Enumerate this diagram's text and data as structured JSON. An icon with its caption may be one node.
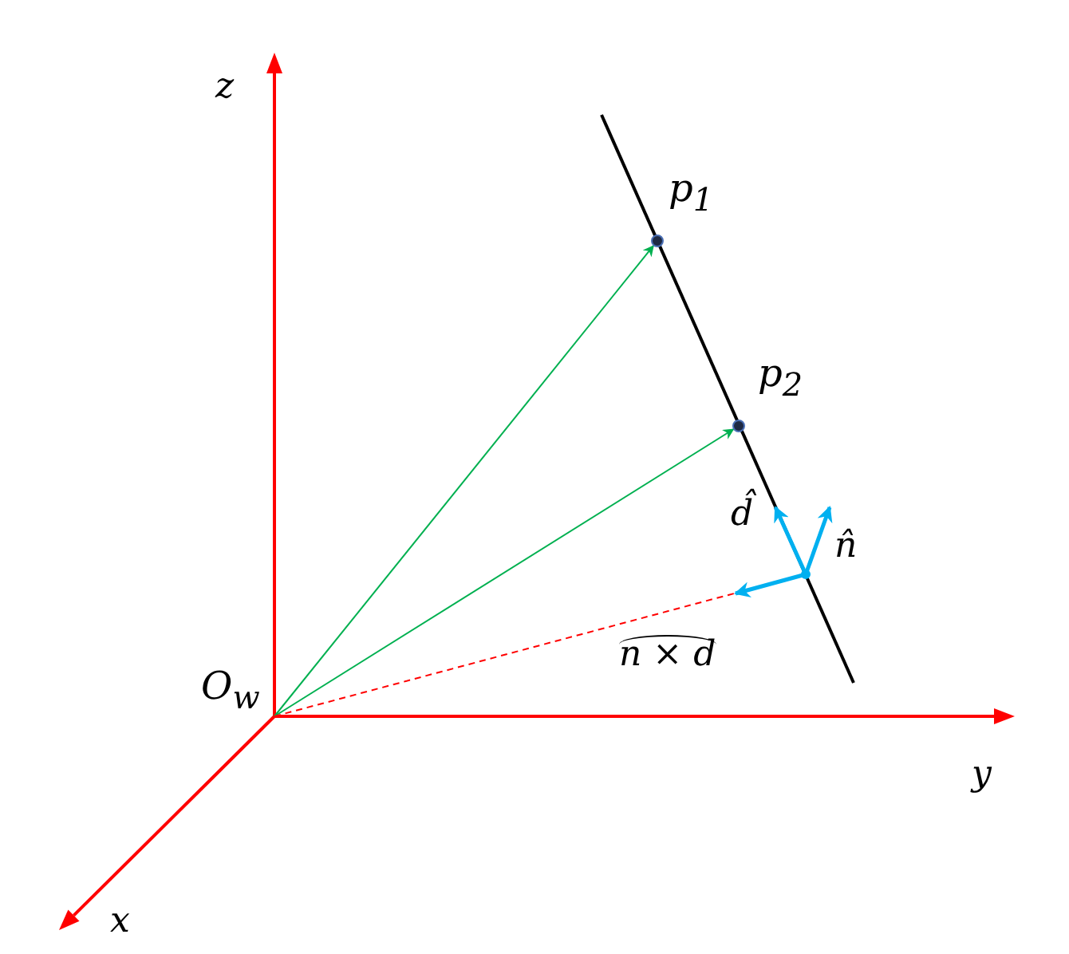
{
  "diagram": {
    "nodes": [
      {
        "text": [
          "O$_{w}$"
        ]
      },
      {
        "text": [
          "p$_{1}$"
        ]
      },
      {
        "text": [
          "p$_{2}$"
        ]
      },
      {
        "text": [],
        "shape": "dot"
      },
      {
        "text": [
          "d̂"
        ]
      },
      {
        "text": [
          "n̂"
        ]
      }
    ],
    "edges": [
      {
        "from": 0,
        "to": 1,
        "arrow": "to",
        "color": "#00b050"
      },
      {
        "from": 0,
        "to": 2,
        "arrow": "to",
        "color": "#00b050"
      },
      {
        "from": 0,
        "to": 3,
        "arrow": "none",
        "style": "dashed",
        "color": "#ff0000"
      },
      {
        "from": 3,
        "to": 4,
        "arrow": "to",
        "style": "thick",
        "color": "#00b0f0"
      },
      {
        "from": 3,
        "to": 5,
        "arrow": "to",
        "style": "thick",
        "color": "#00b0f0"
      },
      {
        "from": 3,
        "to": null,
        "arrow": "to",
        "style": "thick",
        "color": "#00b0f0"
      }
    ],
    "labels": [
      "z",
      "y",
      "x",
      "n × d"
    ]
  }
}
